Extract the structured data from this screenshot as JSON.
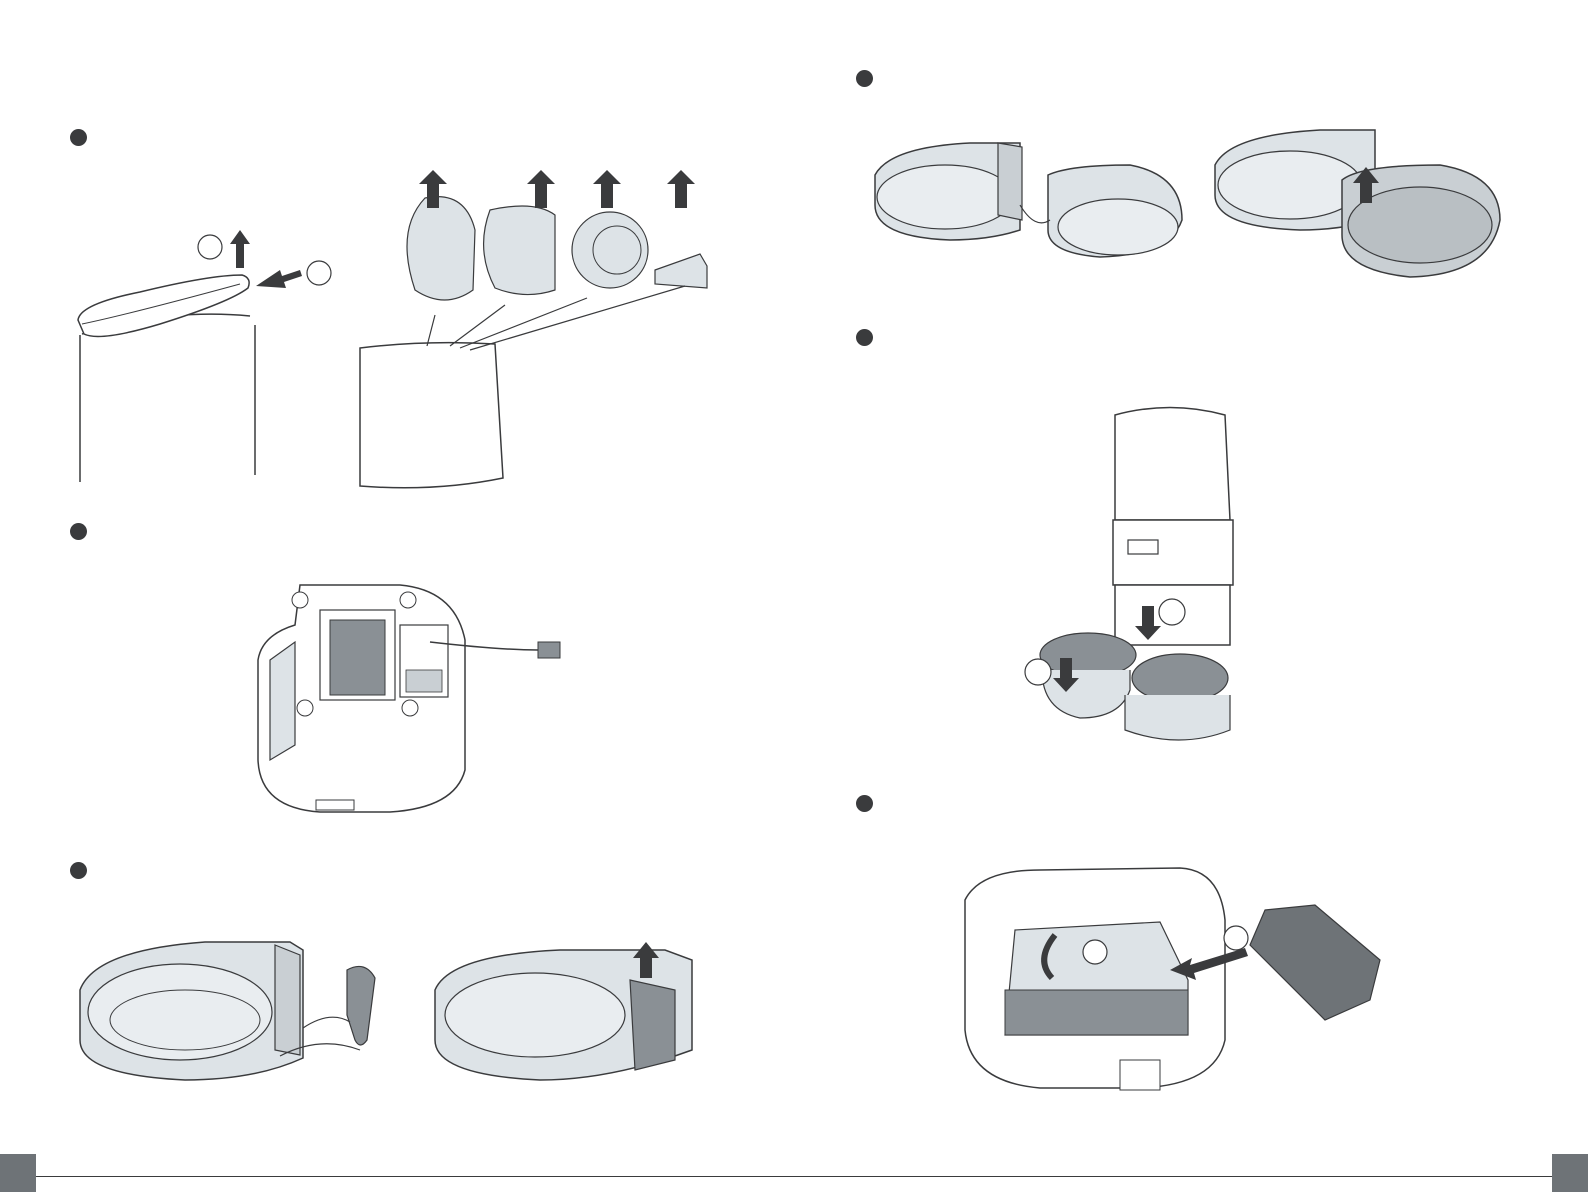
{
  "page": {
    "left_page": {
      "steps": [
        {
          "id": "remove-lid-and-parts",
          "marker": "bullet"
        },
        {
          "id": "battery-compartment",
          "marker": "bullet"
        },
        {
          "id": "attach-bowl-plate",
          "marker": "bullet"
        }
      ]
    },
    "right_page": {
      "steps": [
        {
          "id": "detach-bowl",
          "marker": "bullet"
        },
        {
          "id": "install-stainless-bowls",
          "marker": "bullet"
        },
        {
          "id": "replace-desiccant",
          "marker": "bullet"
        }
      ]
    },
    "colors": {
      "line": "#3a3b3d",
      "fill_light": "#dde3e7",
      "fill_mid": "#c9cfd3",
      "fill_dark": "#8a9095",
      "arrow": "#3a3b3d",
      "corner_tab": "#6e7377"
    }
  }
}
